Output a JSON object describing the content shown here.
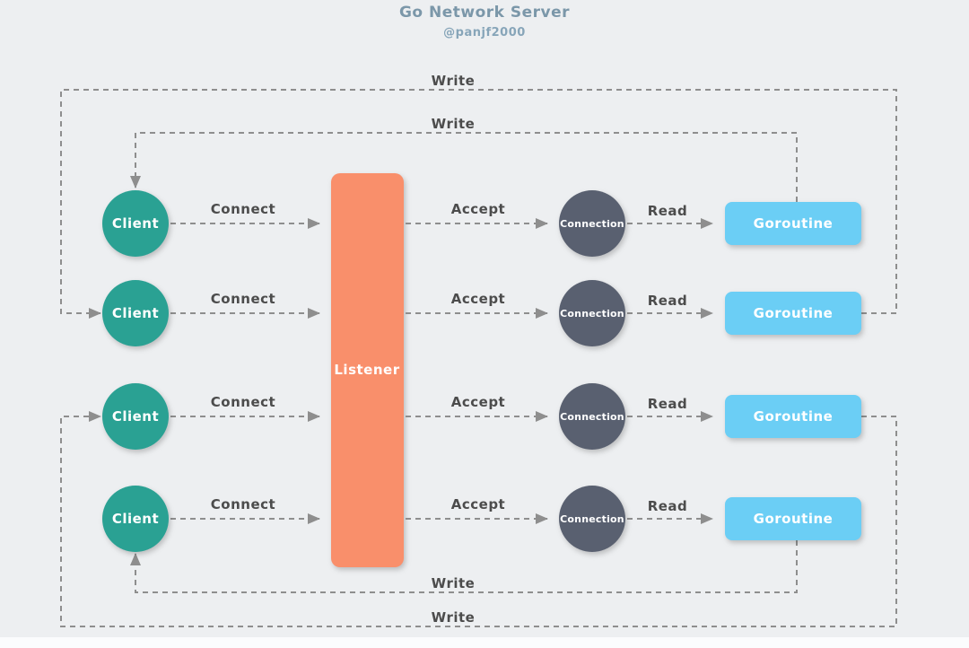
{
  "title": {
    "text": "Go Network Server",
    "author": "@panjf2000"
  },
  "labels": {
    "client": "Client",
    "listener": "Listener",
    "connection": "Connection",
    "goroutine": "Goroutine",
    "connect": "Connect",
    "accept": "Accept",
    "read": "Read",
    "write": "Write"
  },
  "diagram": {
    "type": "flow-diagram",
    "rows": 4,
    "flow_per_row": [
      "Client",
      "Connect",
      "Listener",
      "Accept",
      "Connection",
      "Read",
      "Goroutine"
    ],
    "listener_shared_by_all_rows": true,
    "write_loops": [
      {
        "from": "Goroutine row 1",
        "to": "Client row 1 (top)",
        "label": "Write",
        "route": "top-inner"
      },
      {
        "from": "Goroutine row 2",
        "to": "Client row 2 (left)",
        "label": "Write",
        "route": "top-outer"
      },
      {
        "from": "Goroutine row 3",
        "to": "Client row 3 (left)",
        "label": "Write",
        "route": "bottom-outer"
      },
      {
        "from": "Goroutine row 4",
        "to": "Client row 4 (bottom)",
        "label": "Write",
        "route": "bottom-inner"
      }
    ]
  },
  "colors": {
    "background": "#edeff1",
    "footer_strip": "#fbfcfd",
    "client_teal": "#2aa193",
    "listener_orange": "#f98f6b",
    "connection_slate": "#596070",
    "goroutine_blue": "#6bcef5",
    "line_gray": "#8e8e8e",
    "edge_label_gray": "#4c4c4c",
    "title_blue": "#7b97a9",
    "subtitle_blue": "#87a5b9",
    "node_text": "#ffffff"
  }
}
